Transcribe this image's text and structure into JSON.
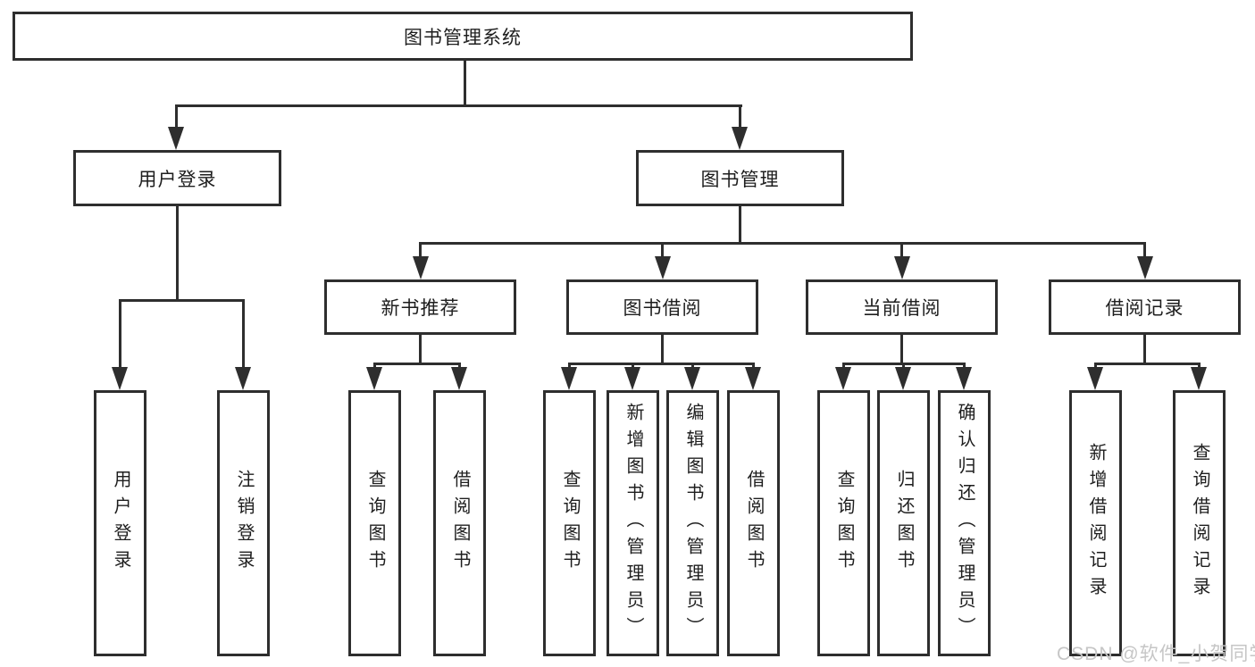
{
  "diagram": {
    "root": "图书管理系统",
    "branches": {
      "user_login": {
        "label": "用户登录",
        "children": [
          "用户登录",
          "注销登录"
        ]
      },
      "book_management": {
        "label": "图书管理",
        "groups": [
          {
            "label": "新书推荐",
            "children": [
              "查询图书",
              "借阅图书"
            ]
          },
          {
            "label": "图书借阅",
            "children": [
              "查询图书",
              "新增图书（管理员）",
              "编辑图书（管理员）",
              "借阅图书"
            ]
          },
          {
            "label": "当前借阅",
            "children": [
              "查询图书",
              "归还图书",
              "确认归还（管理员）"
            ]
          },
          {
            "label": "借阅记录",
            "children": [
              "新增借阅记录",
              "查询借阅记录"
            ]
          }
        ]
      }
    }
  },
  "watermark": {
    "text": "CSDN @软件_小贺同学"
  },
  "colors": {
    "background": "#ffffff",
    "line": "#2e2e2e",
    "box_border": "#2e2e2e",
    "text": "#1e1e1e",
    "watermark": "#c6c6c6"
  }
}
